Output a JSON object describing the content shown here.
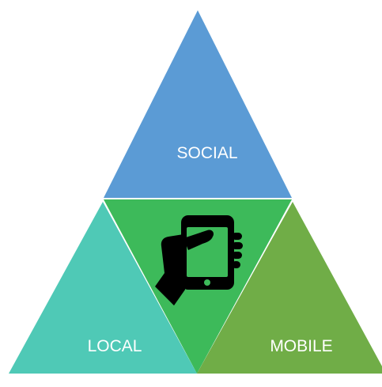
{
  "diagram": {
    "segments": [
      {
        "id": "social",
        "label": "SOCIAL",
        "color": "#5b9bd5"
      },
      {
        "id": "local",
        "label": "LOCAL",
        "color": "#4fc9b6"
      },
      {
        "id": "center",
        "label": "",
        "color": "#3dba5a",
        "icon": "hand-holding-phone-icon"
      },
      {
        "id": "mobile",
        "label": "MOBILE",
        "color": "#70ad47"
      }
    ]
  }
}
